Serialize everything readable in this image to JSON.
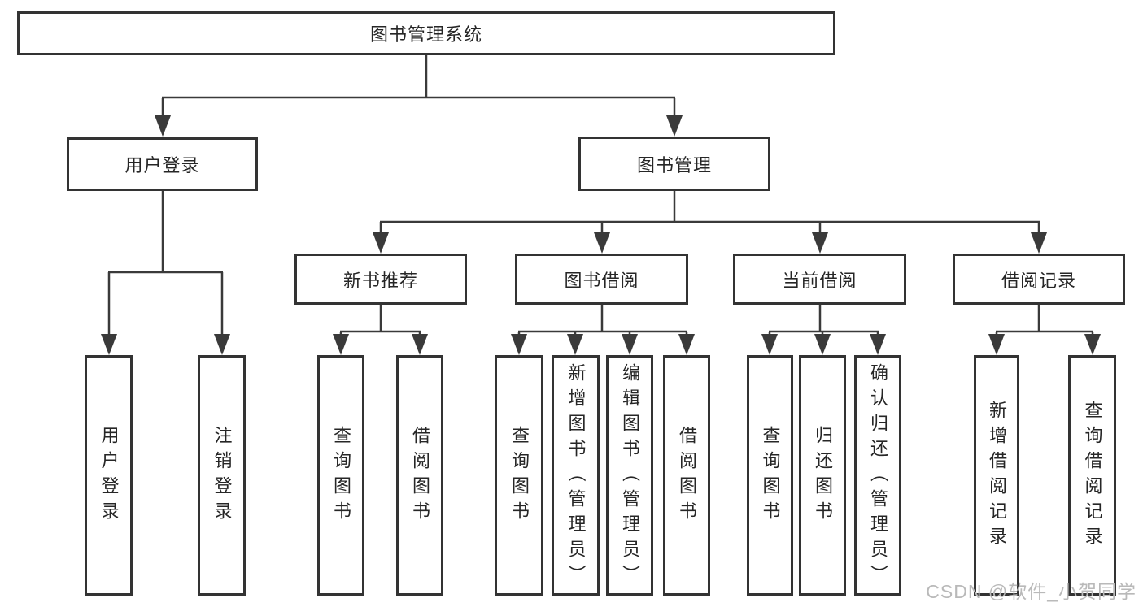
{
  "tree": {
    "root": {
      "label": "图书管理系统",
      "children": [
        {
          "label": "用户登录",
          "children": [
            {
              "label": "用户登录"
            },
            {
              "label": "注销登录"
            }
          ]
        },
        {
          "label": "图书管理",
          "children": [
            {
              "label": "新书推荐",
              "children": [
                {
                  "label": "查询图书"
                },
                {
                  "label": "借阅图书"
                }
              ]
            },
            {
              "label": "图书借阅",
              "children": [
                {
                  "label": "查询图书"
                },
                {
                  "label": "新增图书（管理员）"
                },
                {
                  "label": "编辑图书（管理员）"
                },
                {
                  "label": "借阅图书"
                }
              ]
            },
            {
              "label": "当前借阅",
              "children": [
                {
                  "label": "查询图书"
                },
                {
                  "label": "归还图书"
                },
                {
                  "label": "确认归还（管理员）"
                }
              ]
            },
            {
              "label": "借阅记录",
              "children": [
                {
                  "label": "新增借阅记录"
                },
                {
                  "label": "查询借阅记录"
                }
              ]
            }
          ]
        }
      ]
    }
  },
  "watermark": {
    "text": "CSDN @软件_小贺同学"
  },
  "colors": {
    "line": "#3a3a3a",
    "border": "#333333",
    "text": "#262626",
    "watermark": "#b9b9b9",
    "background": "#ffffff"
  }
}
